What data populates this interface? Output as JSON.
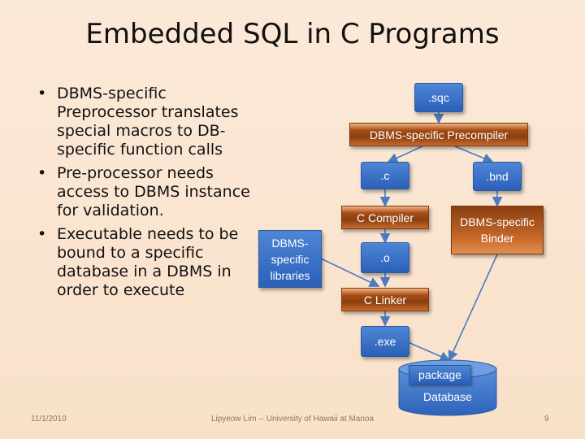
{
  "title": "Embedded SQL in C Programs",
  "bullets": [
    "DBMS-specific Preprocessor translates special macros to DB-specific function calls",
    "Pre-processor needs access to DBMS instance for validation.",
    "Executable needs to be bound to a specific database in a DBMS in order to execute"
  ],
  "diagram": {
    "sqc": ".sqc",
    "precompiler": "DBMS-specific Precompiler",
    "c": ".c",
    "bnd": ".bnd",
    "compiler": "C Compiler",
    "binder": "DBMS-specific Binder",
    "libraries": "DBMS-specific libraries",
    "o": ".o",
    "linker": "C Linker",
    "exe": ".exe",
    "package": "package",
    "database": "Database"
  },
  "colors": {
    "blue_node": "#3a70c8",
    "brown_node": "#b2561c",
    "arrow": "#4a7cc2"
  },
  "footer": {
    "date": "11/1/2010",
    "author": "Lipyeow Lim -- University of Hawaii at Manoa",
    "page": "9"
  }
}
